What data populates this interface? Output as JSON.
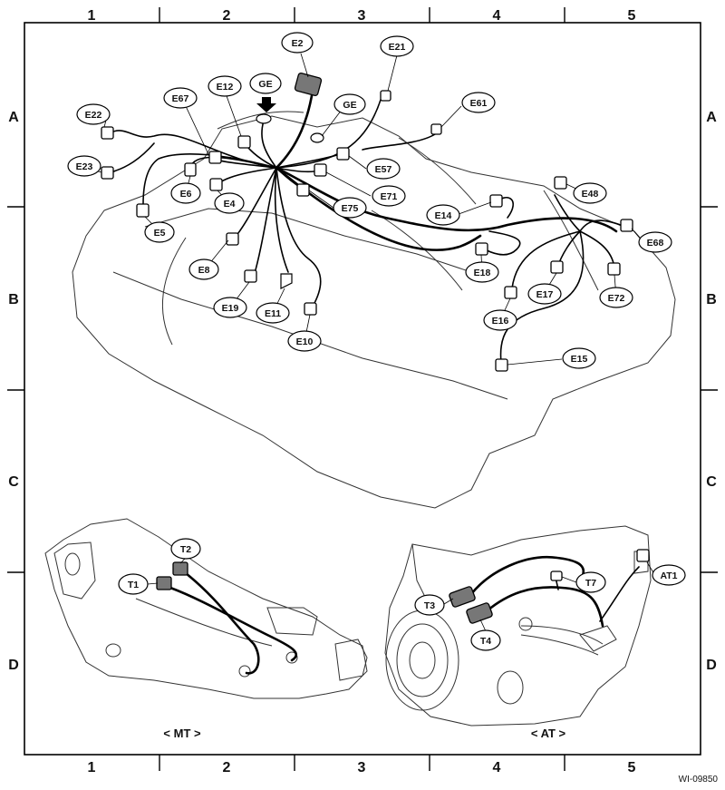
{
  "grid": {
    "columns": [
      "1",
      "2",
      "3",
      "4",
      "5"
    ],
    "rows": [
      "A",
      "B",
      "C",
      "D"
    ]
  },
  "engine_connectors": [
    {
      "id": "E2"
    },
    {
      "id": "E21"
    },
    {
      "id": "GE"
    },
    {
      "id": "GE"
    },
    {
      "id": "E12"
    },
    {
      "id": "E67"
    },
    {
      "id": "E22"
    },
    {
      "id": "E23"
    },
    {
      "id": "E61"
    },
    {
      "id": "E57"
    },
    {
      "id": "E6"
    },
    {
      "id": "E4"
    },
    {
      "id": "E71"
    },
    {
      "id": "E75"
    },
    {
      "id": "E5"
    },
    {
      "id": "E14"
    },
    {
      "id": "E48"
    },
    {
      "id": "E68"
    },
    {
      "id": "E8"
    },
    {
      "id": "E18"
    },
    {
      "id": "E17"
    },
    {
      "id": "E72"
    },
    {
      "id": "E19"
    },
    {
      "id": "E11"
    },
    {
      "id": "E16"
    },
    {
      "id": "E10"
    },
    {
      "id": "E15"
    }
  ],
  "transmission_mt": {
    "caption": "< MT >",
    "connectors": [
      {
        "id": "T2"
      },
      {
        "id": "T1"
      }
    ]
  },
  "transmission_at": {
    "caption": "< AT >",
    "connectors": [
      {
        "id": "T7"
      },
      {
        "id": "AT1"
      },
      {
        "id": "T3"
      },
      {
        "id": "T4"
      }
    ]
  },
  "figure_id": "WI-09850"
}
